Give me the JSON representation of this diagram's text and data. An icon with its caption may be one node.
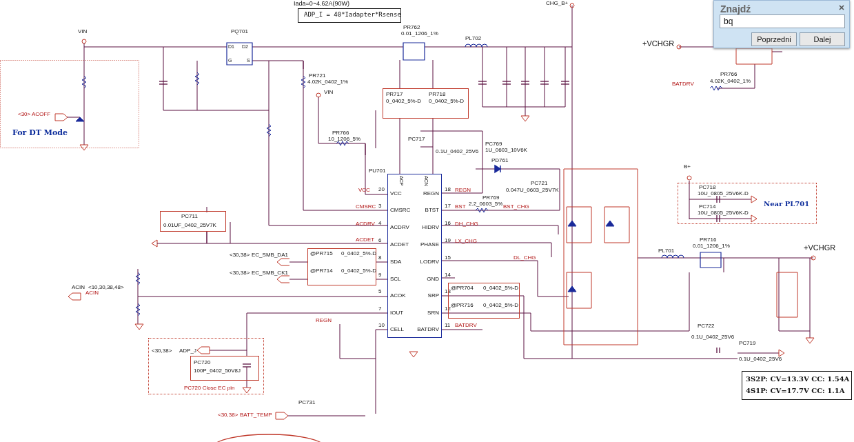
{
  "diagram": {
    "nodes": [
      {
        "text": [
          "ADP_I = 40*Iadapter*Rsense"
        ],
        "beside": [
          "Iada=0~4.62A(90W)"
        ]
      },
      {
        "text": [
          "For DT Mode"
        ]
      },
      {
        "text": [
          "PU701",
          "VCC",
          "CMSRC",
          "ACDRV",
          "ACDET",
          "SDA",
          "SCL",
          "ACOK",
          "IOUT",
          "CELL",
          "ACP",
          "ACN",
          "REGN",
          "BTST",
          "HIDRV",
          "PHASE",
          "LODRV",
          "GND",
          "SRP",
          "SRN",
          "BATDRV"
        ]
      },
      {
        "text": [
          "<30,38>",
          "ADP_J"
        ]
      },
      {
        "text": [
          "PC720",
          "100P_0402_50V8J"
        ],
        "beside": [
          "PC720 Close EC pin"
        ],
        "in": 3
      },
      {
        "text": [
          "PC718",
          "10U_0805_25V6K-D",
          "PC714",
          "10U_0805_25V6K-D",
          "Near PL701"
        ]
      },
      {
        "text": [
          "3S2P: CV=13.3V CC: 1.54A",
          "4S1P: CV=17.7V CC: 1.1A"
        ]
      },
      {
        "text": [
          "Znajdź",
          "bq",
          "Poprzedni",
          "Dalej"
        ]
      },
      {
        "text": [
          "@PR715",
          "0_0402_5%-D",
          "@PR714",
          "0_0402_5%-D"
        ]
      },
      {
        "text": [
          "@PR704",
          "0_0402_5%-D",
          "@PR716",
          "0_0402_5%-D"
        ]
      },
      {
        "text": [
          "PR717",
          "0_0402_5%-D",
          "PR718",
          "0_0402_5%-D"
        ]
      },
      {
        "text": [
          "PC711",
          "0.01UF_0402_25V7K"
        ]
      }
    ],
    "edges": [
      {
        "from": 11,
        "to": 2,
        "arrow": "none"
      },
      {
        "from": 8,
        "to": 2,
        "arrow": "none"
      },
      {
        "from": 8,
        "to": 2,
        "arrow": "none"
      },
      {
        "from": 2,
        "to": 9,
        "arrow": "none"
      },
      {
        "from": 2,
        "to": 9,
        "arrow": "none"
      },
      {
        "from": 10,
        "to": 2,
        "arrow": "none"
      },
      {
        "from": 10,
        "to": 2,
        "arrow": "none"
      },
      {
        "from": 2,
        "to": 4,
        "arrow": "none"
      }
    ],
    "labels": [
      "VIN",
      "PQ701",
      "D1",
      "D2",
      "G",
      "S",
      "PR762",
      "0.01_1206_1%",
      "PL702",
      "CHG_B+",
      "PR721",
      "4.02K_0402_1%",
      "VIN",
      "PR766",
      "10_1206_5%",
      "PC717",
      "0.1U_0402_25V6",
      "PC769",
      "1U_0603_10V6K",
      "PD761",
      "VCC",
      "CMSRC",
      "ACDRV",
      "ACDET",
      "REGN",
      "BST",
      "PR769",
      "2.2_0603_5%",
      "BST_CHG",
      "PC721",
      "0.047U_0603_25V7K",
      "DH_CHG",
      "LX_CHG",
      "DL_CHG",
      "<30,38>",
      "EC_SMB_DA1",
      "<30,38>",
      "EC_SMB_CK1",
      "ACIN",
      "<10,30,38,48>",
      "ACIN",
      "REGN",
      "BATDRV",
      "<30>",
      "ACOFF",
      "<30,38>",
      "BATT_TEMP",
      "PC731",
      "+VCHGR",
      "BATDRV",
      "PR766",
      "4.02K_0402_1%",
      "B+",
      "PL701",
      "PR716",
      "0.01_1206_1%",
      "+VCHGR",
      "PC722",
      "0.1U_0402_25V6",
      "PC719",
      "0.1U_0402_25V6",
      "20",
      "3",
      "4",
      "6",
      "8",
      "9",
      "5",
      "7",
      "10",
      "18",
      "17",
      "16",
      "19",
      "15",
      "14",
      "13",
      "12",
      "11"
    ]
  }
}
